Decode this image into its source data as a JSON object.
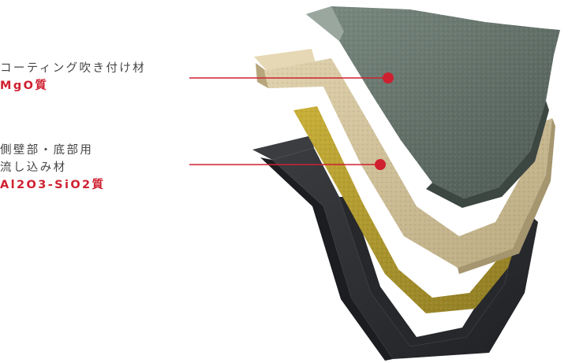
{
  "callouts": [
    {
      "name_lines": [
        "コーティング吹き付け材"
      ],
      "material": "MgO質"
    },
    {
      "name_lines": [
        "側壁部・底部用",
        "流し込み材"
      ],
      "material": "Al2O3-SiO2質"
    }
  ],
  "colors": {
    "accent": "#cf2030",
    "label_text": "#444444",
    "coating_layer": "#5f6e66",
    "castable_layer": "#d2c29a",
    "permanent_layer": "#b9a030",
    "steel_shell": "#2f3134"
  }
}
